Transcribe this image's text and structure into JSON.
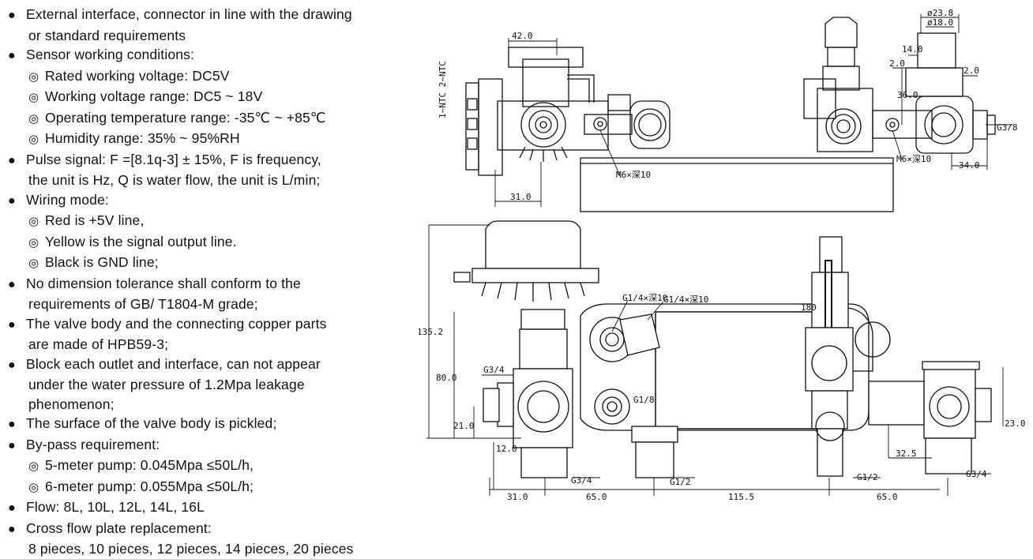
{
  "specs": [
    {
      "type": "bullet",
      "text": "External interface, connector in line with the drawing"
    },
    {
      "type": "cont",
      "text": "or standard requirements"
    },
    {
      "type": "bullet",
      "text": "Sensor working conditions:"
    },
    {
      "type": "sub",
      "text": "Rated working voltage: DC5V"
    },
    {
      "type": "sub",
      "text": "Working voltage range: DC5 ~ 18V"
    },
    {
      "type": "sub",
      "text": "Operating temperature range: -35℃ ~ +85℃"
    },
    {
      "type": "sub",
      "text": "Humidity range: 35% ~ 95%RH"
    },
    {
      "type": "bullet",
      "text": "Pulse signal: F =[8.1q-3] ± 15%, F is frequency,"
    },
    {
      "type": "cont",
      "text": "the unit is Hz, Q is water flow, the unit is L/min;"
    },
    {
      "type": "bullet",
      "text": "Wiring mode:"
    },
    {
      "type": "sub",
      "text": "Red is +5V line,"
    },
    {
      "type": "sub",
      "text": "Yellow is the signal output line."
    },
    {
      "type": "sub",
      "text": "Black is GND line;"
    },
    {
      "type": "bullet",
      "text": "No dimension tolerance shall conform to the"
    },
    {
      "type": "cont",
      "text": "requirements of GB/ T1804-M grade;"
    },
    {
      "type": "bullet",
      "text": "The valve body and the connecting copper parts"
    },
    {
      "type": "cont",
      "text": "are made of HPB59-3;"
    },
    {
      "type": "bullet",
      "text": "Block each outlet and interface, can not appear"
    },
    {
      "type": "cont",
      "text": "under the water pressure of 1.2Mpa leakage"
    },
    {
      "type": "cont",
      "text": "phenomenon;"
    },
    {
      "type": "bullet",
      "text": "The surface of the valve body is pickled;"
    },
    {
      "type": "bullet",
      "text": "By-pass requirement:"
    },
    {
      "type": "sub",
      "text": "5-meter pump: 0.045Mpa ≤50L/h,"
    },
    {
      "type": "sub",
      "text": "6-meter pump: 0.055Mpa ≤50L/h;"
    },
    {
      "type": "bullet",
      "text": "Flow: 8L, 10L, 12L, 14L, 16L"
    },
    {
      "type": "bullet",
      "text": "Cross flow plate replacement:"
    },
    {
      "type": "cont",
      "text": "8 pieces, 10 pieces, 12 pieces, 14 pieces, 20 pieces"
    }
  ],
  "drawing": {
    "top_view": {
      "d_42": "42.0",
      "d_31": "31.0",
      "d_236": "ø23.8",
      "d_180": "ø18.0",
      "d_14": "14.0",
      "d_2a": "2.0",
      "d_2b": "2.0",
      "d_36": "36.0",
      "thread_g38": "G3/8",
      "d_34": "34.0",
      "m6_left": "M6×深10",
      "m6_right": "M6×深10"
    },
    "front_view": {
      "d_1352": "135.2",
      "d_80": "80.0",
      "d_21": "21.0",
      "d_12": "12.0",
      "d_23": "23.0",
      "d_325": "32.5",
      "d_180": "180",
      "g34_left": "G3/4",
      "g34_bottom_left": "G3/4",
      "g12_left": "G1/2",
      "g12_right": "G1/2",
      "g34_bottom_right": "G3/4",
      "g14_a": "G1/4×深10",
      "g14_b": "G1/4×深10",
      "g18": "G1/8",
      "b_31": "31.0",
      "b_65a": "65.0",
      "b_1155": "115.5",
      "b_65b": "65.0"
    }
  }
}
